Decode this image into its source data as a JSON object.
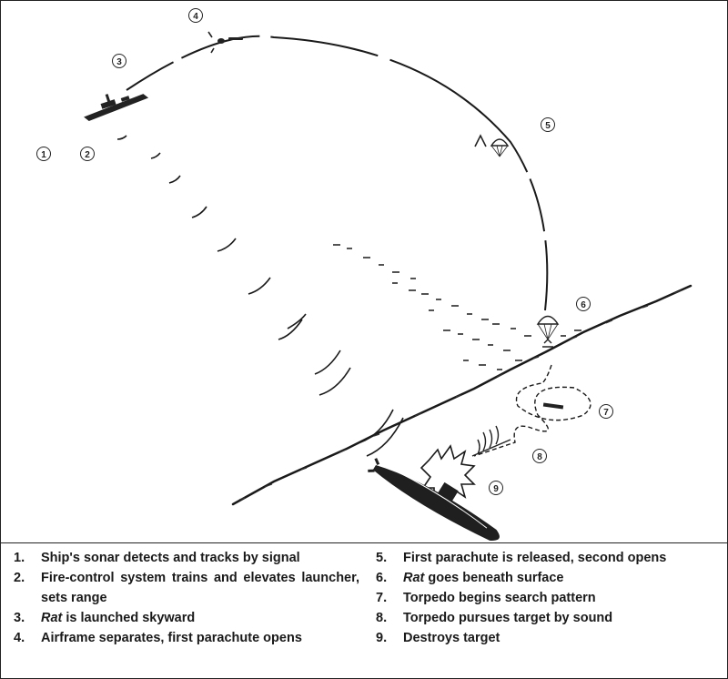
{
  "steps": [
    {
      "num": "1.",
      "text": "Ship's sonar detects and tracks by signal"
    },
    {
      "num": "2.",
      "text": "Fire-control system trains and elevates launcher, sets range"
    },
    {
      "num": "3.",
      "italic": "Rat",
      "text": " is launched skyward"
    },
    {
      "num": "4.",
      "text": "Airframe separates, first parachute opens"
    },
    {
      "num": "5.",
      "text": "First parachute is released, second opens"
    },
    {
      "num": "6.",
      "italic": "Rat",
      "text": " goes beneath surface"
    },
    {
      "num": "7.",
      "text": "Torpedo begins search pattern"
    },
    {
      "num": "8.",
      "text": "Torpedo pursues target by sound"
    },
    {
      "num": "9.",
      "text": "Destroys target"
    }
  ],
  "markers": [
    "1",
    "2",
    "3",
    "4",
    "5",
    "6",
    "7",
    "8",
    "9"
  ]
}
